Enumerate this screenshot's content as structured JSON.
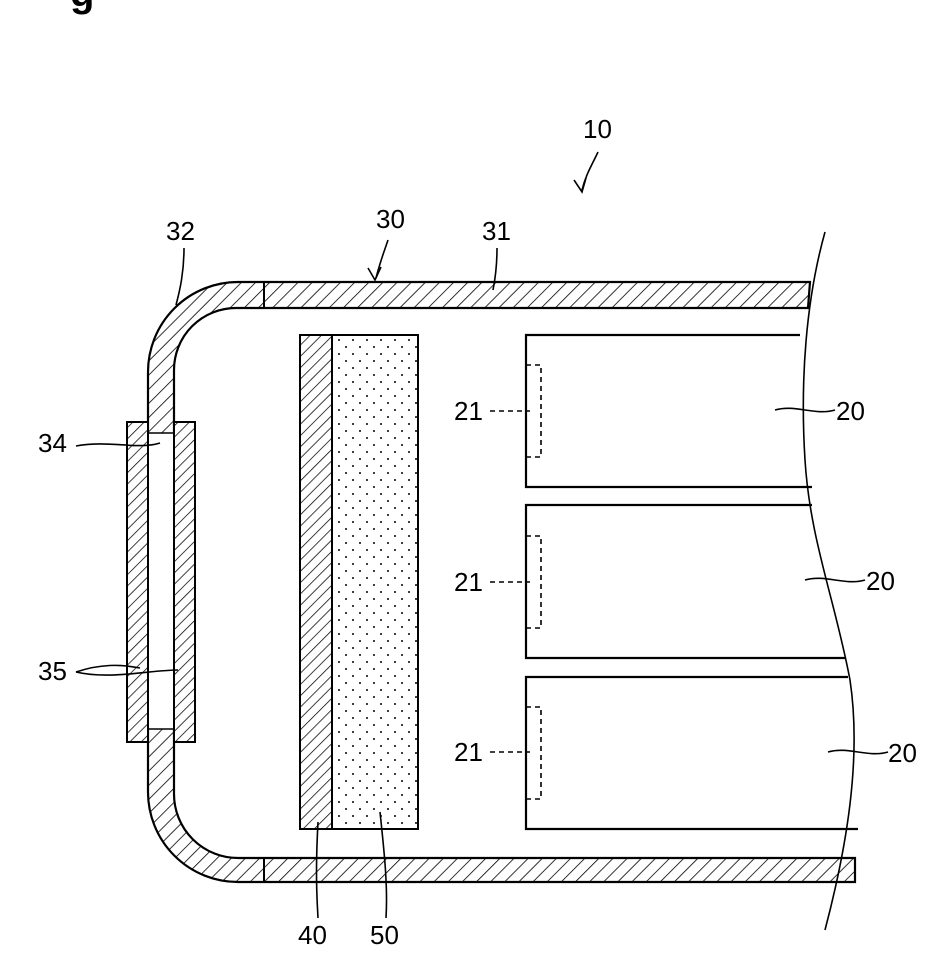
{
  "figure": {
    "title": "g",
    "labels": {
      "device": "10",
      "housing": "30",
      "housing_top": "31",
      "housing_corner": "32",
      "window_part": "34",
      "window_plates": "35",
      "layer_hatched": "40",
      "layer_dotted": "50",
      "cells": "20",
      "cell_terminals": "21"
    }
  }
}
